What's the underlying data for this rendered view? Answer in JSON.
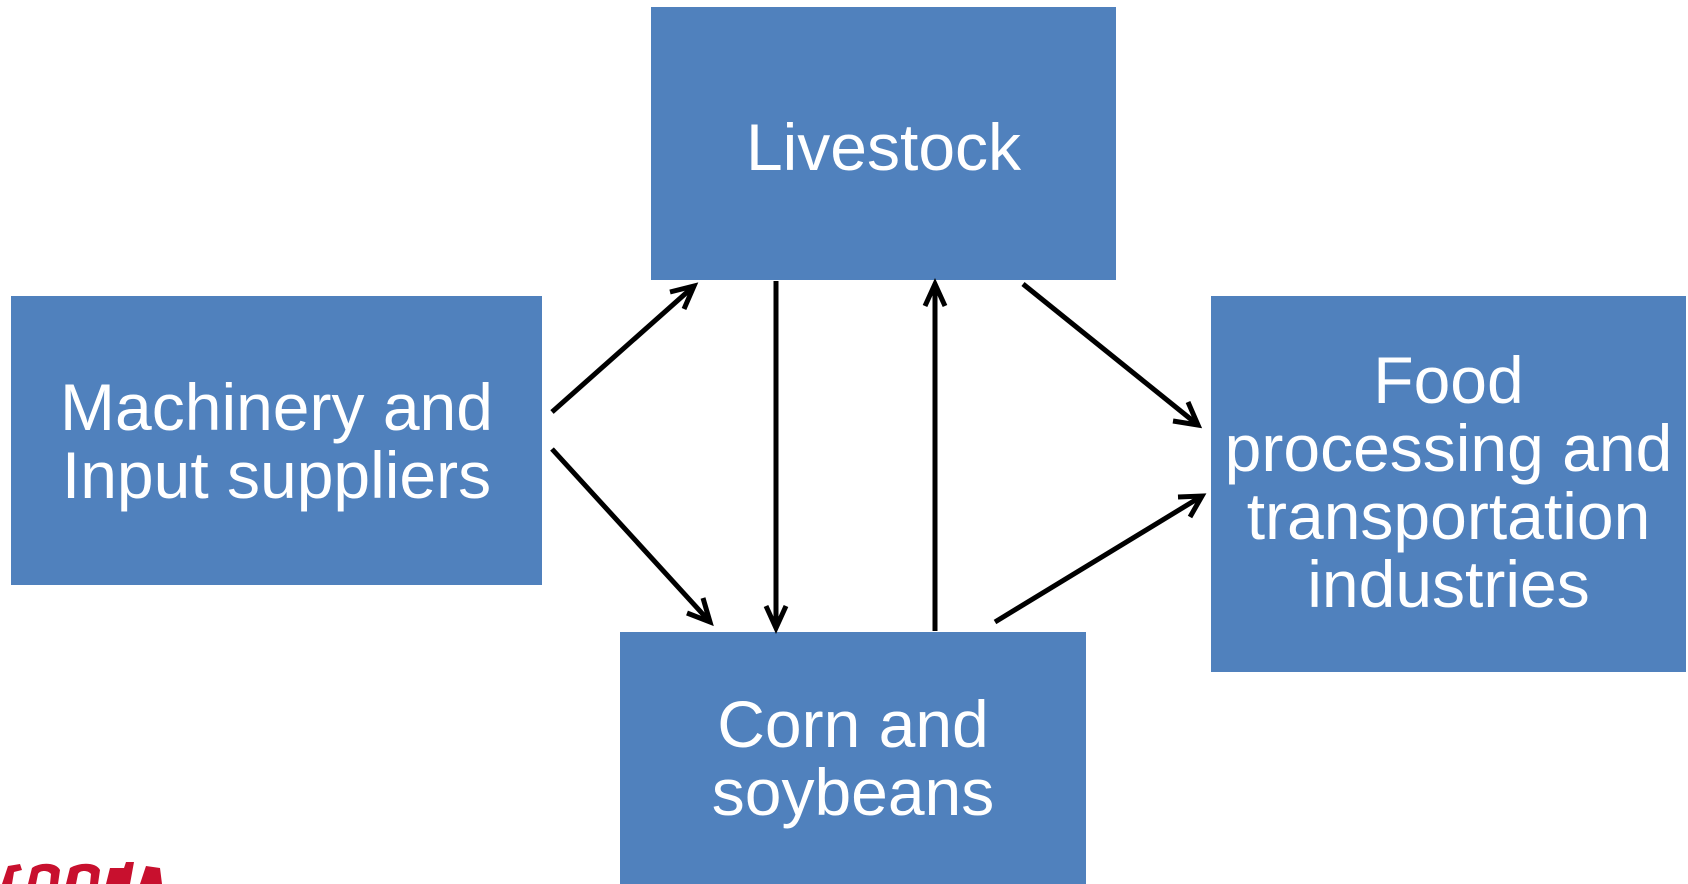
{
  "nodes": {
    "livestock": {
      "lines": [
        "Livestock"
      ]
    },
    "machinery": {
      "lines": [
        "Machinery and",
        "Input suppliers"
      ]
    },
    "food": {
      "lines": [
        "Food",
        "processing and",
        "transportation",
        "industries"
      ]
    },
    "corn": {
      "lines": [
        "Corn and",
        "soybeans"
      ]
    }
  },
  "edges": [
    {
      "from": "machinery",
      "to": "livestock"
    },
    {
      "from": "machinery",
      "to": "corn"
    },
    {
      "from": "livestock",
      "to": "corn"
    },
    {
      "from": "corn",
      "to": "livestock"
    },
    {
      "from": "livestock",
      "to": "food"
    },
    {
      "from": "corn",
      "to": "food"
    }
  ],
  "colors": {
    "box_fill": "#5081bd",
    "box_text": "#ffffff",
    "arrow": "#000000",
    "logo": "#c8102e"
  },
  "logo": {
    "icon": "partial-red-logo-icon"
  }
}
